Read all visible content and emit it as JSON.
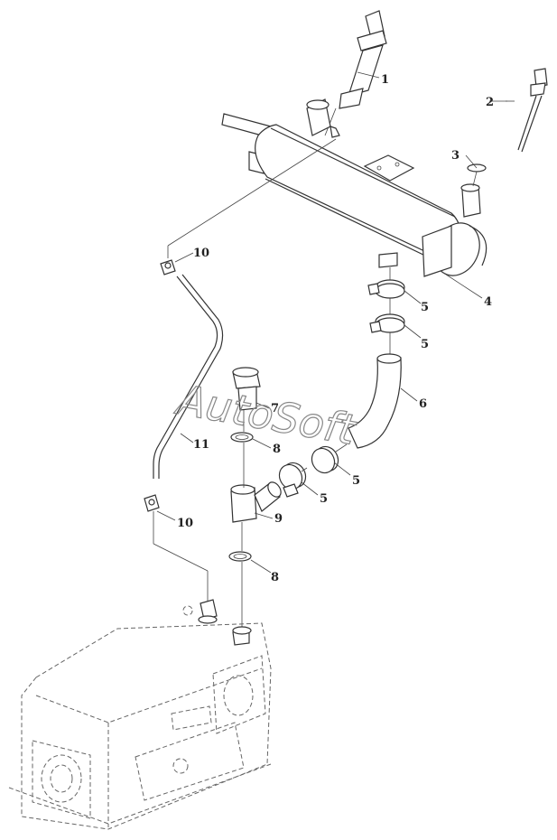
{
  "labels": {
    "l1": "1",
    "l2": "2",
    "l3": "3",
    "l4": "4",
    "l5a": "5",
    "l5b": "5",
    "l5c": "5",
    "l5d": "5",
    "l6": "6",
    "l7": "7",
    "l8a": "8",
    "l8b": "8",
    "l9": "9",
    "l10a": "10",
    "l10b": "10",
    "l11": "11"
  },
  "watermark": "AutoSoft"
}
